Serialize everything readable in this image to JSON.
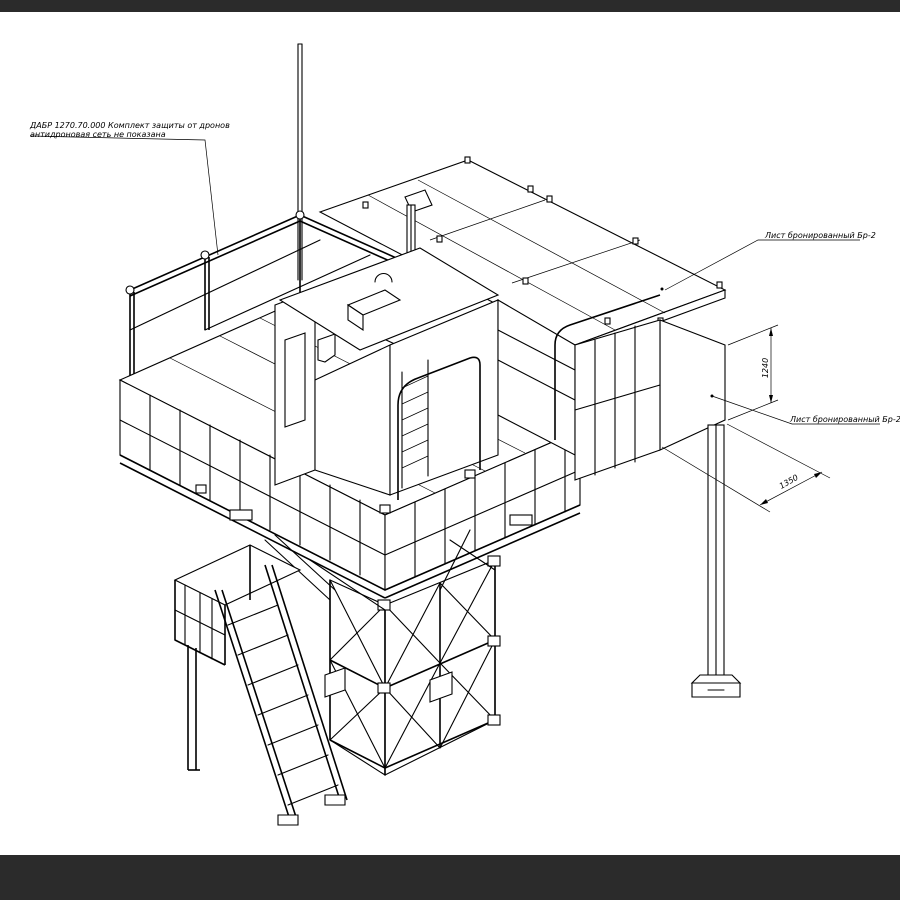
{
  "annotations": {
    "protection_kit_line1": "ДАБР 1270.70.000 Комплект защиты от дронов",
    "protection_kit_line2": "антидроновая сеть не показана",
    "armored_sheet_roof": "Лист бронированный Бр-2",
    "armored_sheet_side": "Лист бронированный Бр-2"
  },
  "dimensions": {
    "height_label": "1240",
    "width_label": "1350"
  }
}
